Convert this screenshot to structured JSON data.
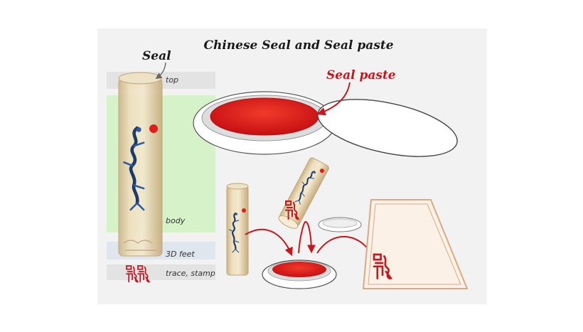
{
  "title": "Chinese Seal and Seal paste",
  "labels": {
    "seal": "Seal",
    "seal_paste": "Seal paste"
  },
  "parts": [
    {
      "id": "top",
      "label": "top",
      "color": "#e3e3e3"
    },
    {
      "id": "body",
      "label": "body",
      "color": "#d6f2c8"
    },
    {
      "id": "feet",
      "label": "3D feet",
      "color": "#dfe6ee"
    },
    {
      "id": "stamp",
      "label": "trace, stamp",
      "color": "#e3e3e3"
    }
  ],
  "colors": {
    "background": "#f2f2f2",
    "paste_red": "#e21b1b",
    "ink_red": "#c8161d",
    "seal_tan": "#e8d6ad",
    "dragon_blue": "#1d3a6b",
    "paper_border": "#d9a985",
    "paper_fill": "#fbf1e6"
  },
  "icons": [
    "dragon-icon",
    "seal-character-icon"
  ]
}
